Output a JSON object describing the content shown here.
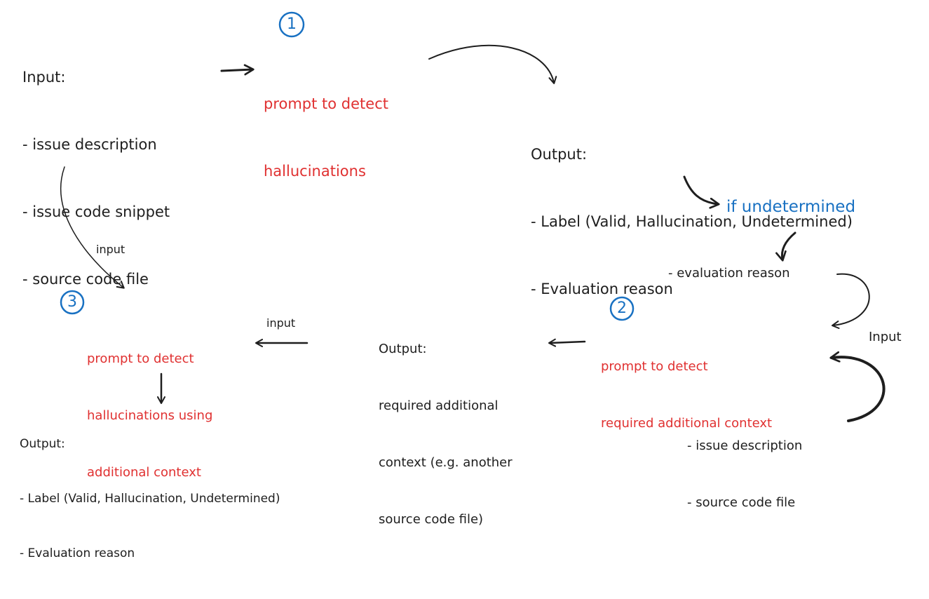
{
  "step1": {
    "number": "1",
    "input_title": "Input:",
    "inputs": [
      "- issue description",
      "- issue code snippet",
      "- source code file"
    ],
    "prompt": [
      "prompt to detect",
      "hallucinations"
    ],
    "output_title": "Output:",
    "outputs": [
      "- Label (Valid, Hallucination, Undetermined)",
      "- Evaluation reason"
    ]
  },
  "condition": "if undetermined",
  "step2": {
    "number": "2",
    "evaluation_reason": "- evaluation reason",
    "input_label": "Input",
    "extra_inputs": [
      "- issue description",
      "- source code file"
    ],
    "prompt": [
      "prompt to detect",
      "required additional context"
    ],
    "output_title": "Output:",
    "outputs": [
      "required additional",
      "context (e.g. another",
      "source code file)"
    ]
  },
  "step3": {
    "number": "3",
    "input_label_left": "input",
    "input_label_right": "input",
    "prompt": [
      "prompt to detect",
      "hallucinations using",
      "additional context"
    ],
    "output_title": "Output:",
    "outputs": [
      "- Label (Valid, Hallucination, Undetermined)",
      "- Evaluation reason"
    ]
  },
  "colors": {
    "ink": "#1e1e1e",
    "prompt": "#e03131",
    "accent": "#1971c2"
  }
}
